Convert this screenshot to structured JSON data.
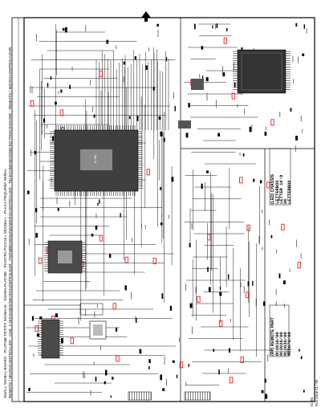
{
  "title_lines": [
    "SMALL SIGNAL BOARD - PLATINE PETITS SIGNAUX - SIGNALPLATINE - PIASTRA PICCOLI SEGNALI - PLACA PEQUEÑA SEÑAL",
    "REMOTE / MICROCONTROLLER - CDE. A DISTANCE/MICROCONTROLEUR - FERNBEDIENUNG/MIKROCONTROLLER - TELECOMANDO/MICRO PROCESSORE - REMOTO / MICROCONTROLADOR"
  ],
  "footer": {
    "code": "IC-36",
    "date": "First issue 01 / 99"
  },
  "ld_table": {
    "title": "(LED) CHASSIS",
    "rows": [
      "LETTERBOX",
      "LETTER 16:9",
      "UK",
      "LETTERBOX"
    ]
  },
  "rp_table": {
    "title": "(RP) REMOTE PART",
    "rows": [
      "RC2010/00",
      "RC2020/00",
      "RC2030/00",
      "RC2070/00"
    ]
  },
  "colors": {
    "line": "#000000",
    "highlight": "#e8202a",
    "chip": "#3a3a3a",
    "paper": "#ffffff"
  }
}
